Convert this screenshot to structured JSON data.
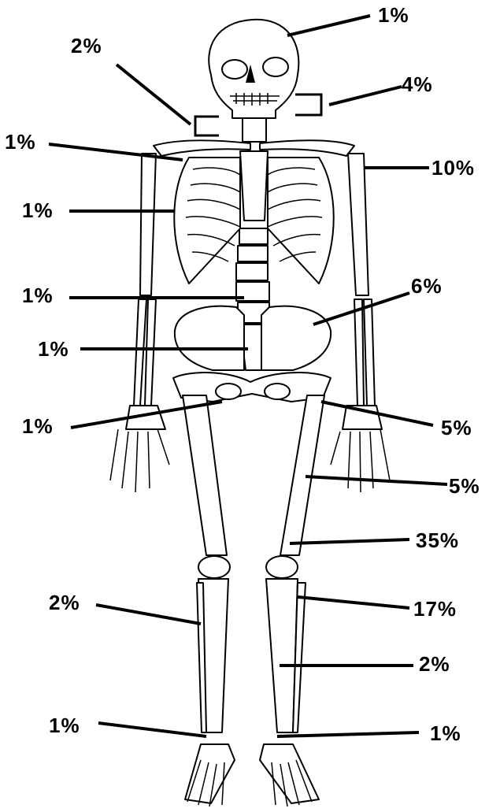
{
  "labels": {
    "skull_top": "1%",
    "neck_left": "2%",
    "neck_right": "4%",
    "clavicle": "1%",
    "humerus": "10%",
    "ribs": "1%",
    "lumbar": "1%",
    "pelvis": "6%",
    "sacrum": "1%",
    "hip": "1%",
    "femur_head": "5%",
    "femur_upper": "5%",
    "femur_lower": "35%",
    "tibia_upper": "17%",
    "fibula": "2%",
    "tibia_mid": "2%",
    "fibula_lower": "1%",
    "tibia_lower": "1%"
  }
}
